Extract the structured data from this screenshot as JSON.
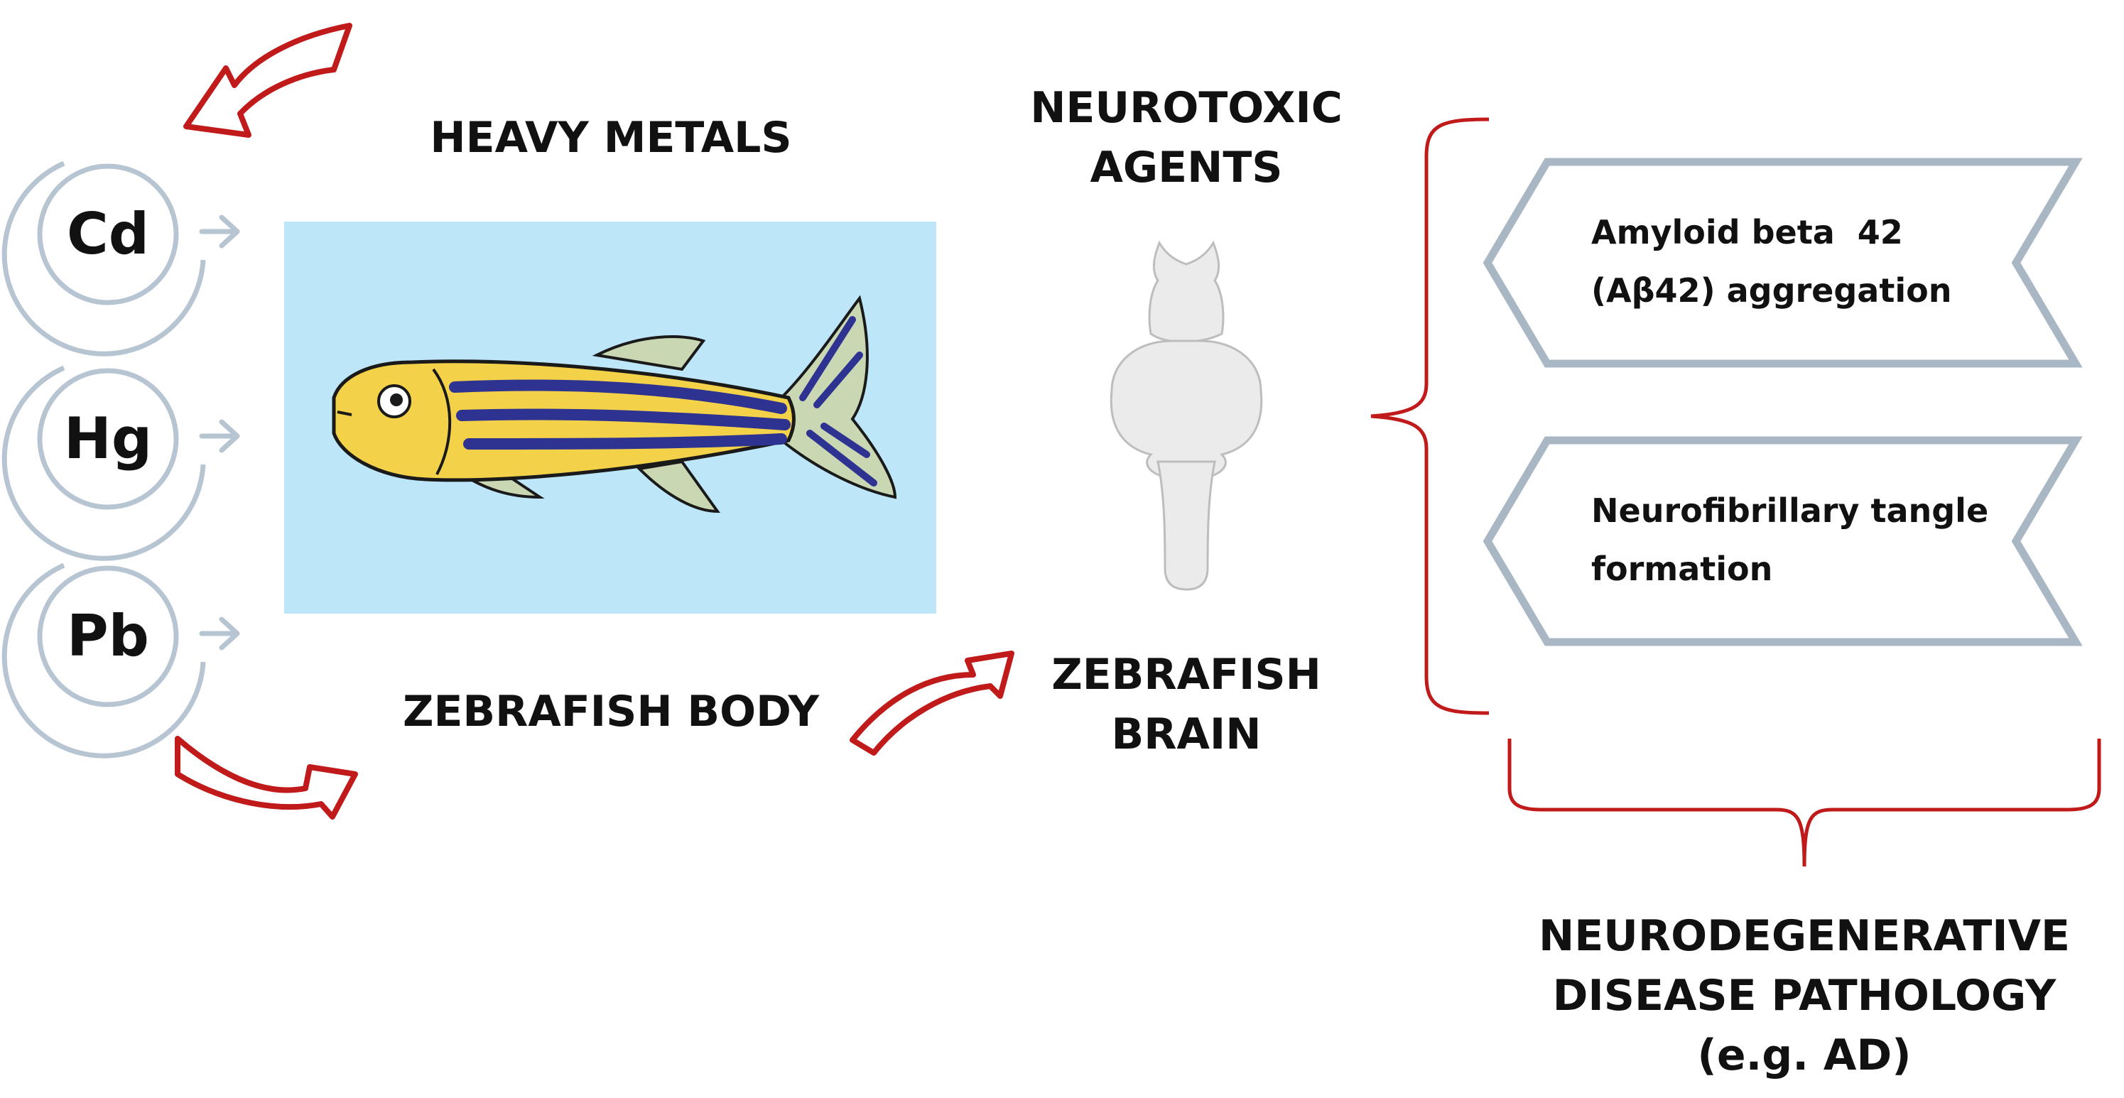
{
  "metals": [
    {
      "symbol": "Cd"
    },
    {
      "symbol": "Hg"
    },
    {
      "symbol": "Pb"
    }
  ],
  "labels": {
    "heavy_metals": "HEAVY METALS",
    "zebrafish_body": "ZEBRAFISH BODY",
    "neurotoxic_agents": [
      "NEUROTOXIC",
      "AGENTS"
    ],
    "zebrafish_brain": [
      "ZEBRAFISH",
      "BRAIN"
    ],
    "outcome": [
      "NEURODEGENERATIVE",
      "DISEASE PATHOLOGY",
      "(e.g. AD)"
    ]
  },
  "pathologies": [
    {
      "lines": [
        "Amyloid beta  42",
        "(Aβ42) aggregation"
      ]
    },
    {
      "lines": [
        "Neurofibrillary tangle",
        "formation"
      ]
    }
  ],
  "colors": {
    "accent_red": "#c01a1a",
    "circle_stroke": "#b7c4d2",
    "tank_water": "#bde6f9",
    "fish_body": "#f3d24a",
    "fish_stripe": "#2e3391",
    "fin": "#c9d8b3",
    "brain_fill": "#ebebeb"
  }
}
